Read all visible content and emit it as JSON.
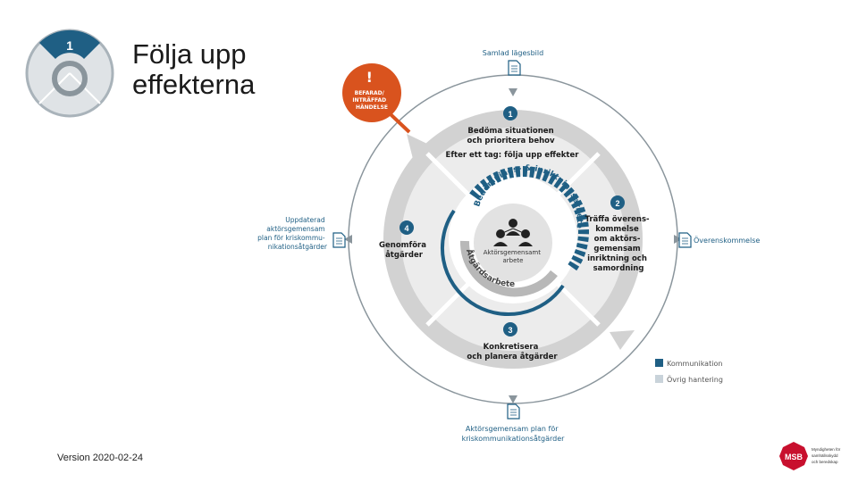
{
  "title": {
    "line1": "Följa upp",
    "line2": "effekterna"
  },
  "version": "Version 2020-02-24",
  "thumbnail": {
    "step": "1"
  },
  "diagram": {
    "alert": {
      "mark": "!",
      "lines": [
        "BEFARAD/",
        "INTRÄFFAD",
        "HÄNDELSE"
      ]
    },
    "top_doc": "Samlad lägesbild",
    "right_doc": "Överenskommelse",
    "left_doc": [
      "Uppdaterad",
      "aktörsgemensam",
      "plan för kriskommu-",
      "nikationsåtgärder"
    ],
    "bottom_doc": [
      "Aktörsgemensam plan för",
      "kriskommunikationsåtgärder"
    ],
    "steps": [
      {
        "num": "1",
        "lines": [
          "Bedöma situationen",
          "och prioritera behov"
        ],
        "extra": "Efter ett tag: följa upp effekter"
      },
      {
        "num": "2",
        "lines": [
          "Träffa överens-",
          "kommelse",
          "om aktörs-",
          "gemensam",
          "inriktning och",
          "samordning"
        ]
      },
      {
        "num": "3",
        "lines": [
          "Konkretisera",
          "och planera åtgärder"
        ]
      },
      {
        "num": "4",
        "lines": [
          "Genomföra",
          "åtgärder"
        ]
      }
    ],
    "inner_arc_top": "Bedömnings- & inriktningsarbete",
    "inner_arc_bottom": "Åtgärdsarbete",
    "center_label": [
      "Aktörsgemensamt",
      "arbete"
    ],
    "legend": [
      {
        "label": "Kommunikation",
        "color": "#1f5f84"
      },
      {
        "label": "Övrig hantering",
        "color": "#c9d3da"
      }
    ]
  },
  "logo": {
    "mark": "MSB",
    "lines": [
      "Myndigheten för",
      "samhällsskydd",
      "och beredskap"
    ]
  },
  "colors": {
    "blue": "#1f5f84",
    "gray": "#bdbdbd",
    "lightgray": "#e3e3e3",
    "orange": "#d9531e",
    "darkgray": "#7d8a93",
    "red": "#c8102e"
  }
}
